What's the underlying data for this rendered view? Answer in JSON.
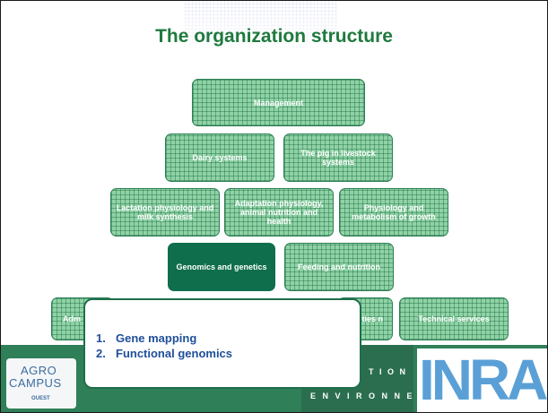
{
  "title": "The organization structure",
  "boxes": {
    "management": "Management",
    "dairy": "Dairy systems",
    "pig": "The pig in livestock systems",
    "lactation": "Lactation physiology and milk synthesis",
    "adaptation": "Adaptation physiology, animal nutrition and health",
    "physiology_growth": "Physiology and metabolism of growth",
    "genomics": "Genomics and genetics",
    "feeding": "Feeding and nutrition",
    "admin_partial": "Adm d",
    "facilities_partial": "lities n",
    "technical": "Technical services"
  },
  "callout": {
    "items": [
      {
        "num": "1.",
        "text": "Gene mapping"
      },
      {
        "num": "2.",
        "text": "Functional genomics"
      }
    ]
  },
  "footer": {
    "band_text_1": "T I O N",
    "band_text_2": "E N V I R O N N E M E N T",
    "agro_line1": "AGRO",
    "agro_line2": "CAMPUS",
    "agro_line3": "OUEST",
    "inra": "INRA"
  },
  "colors": {
    "title": "#1f7a3e",
    "box_fill": "#8fd2a6",
    "box_highlight": "#0f6e4b",
    "footer_band": "#2f7f59",
    "callout_text": "#1f4f9a"
  }
}
